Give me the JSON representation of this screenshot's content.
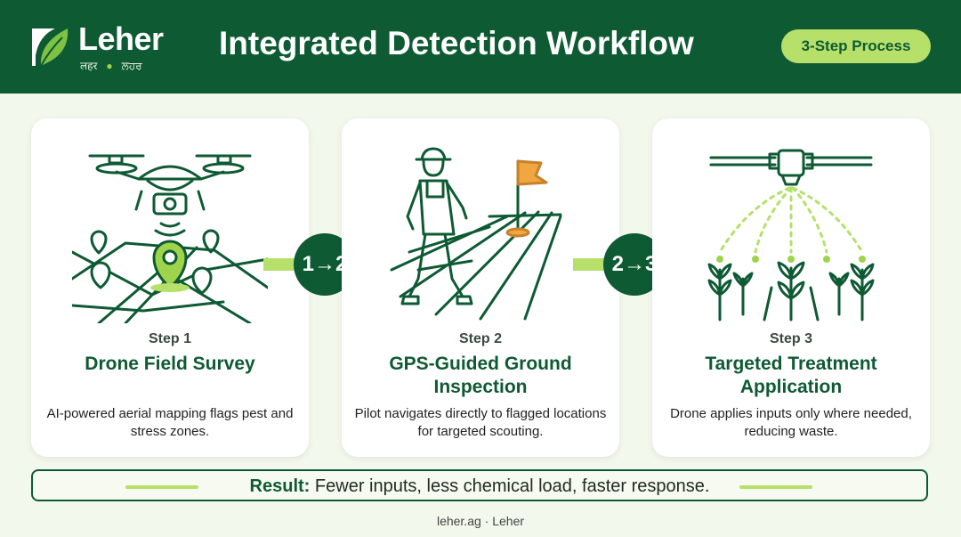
{
  "brand": {
    "name": "Leher",
    "sub_left": "लहर",
    "sub_right": "ਲਹਰ"
  },
  "header": {
    "title": "Integrated Detection Workflow",
    "badge": "3-Step Process"
  },
  "steps": [
    {
      "number": "Step 1",
      "title": "Drone Field Survey",
      "description": "AI-powered aerial mapping flags pest and stress zones."
    },
    {
      "number": "Step 2",
      "title": "GPS-Guided Ground Inspection",
      "description": "Pilot navigates directly to flagged locations for targeted scouting."
    },
    {
      "number": "Step 3",
      "title": "Targeted Treatment Application",
      "description": "Drone applies inputs only where needed, reducing waste."
    }
  ],
  "connectors": [
    "1→2",
    "2→3"
  ],
  "result": {
    "label": "Result:",
    "text": "Fewer inputs, less chemical load, faster response."
  },
  "footer": "leher.ag · Leher",
  "colors": {
    "primary": "#0e5a33",
    "accent": "#b6e06a",
    "background": "#f3f8ec",
    "flag": "#f0a641"
  }
}
